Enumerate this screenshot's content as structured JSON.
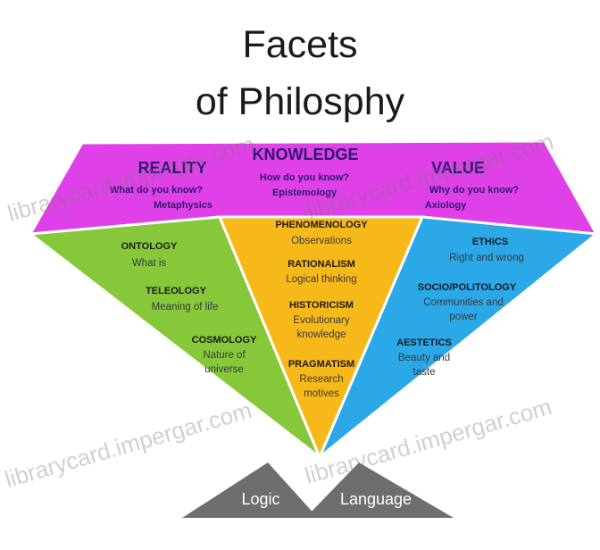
{
  "title": {
    "line1": "Facets",
    "line2": "of Philosphy"
  },
  "top_band": {
    "reality": {
      "heading": "REALITY",
      "line1": "What do you know?",
      "line2": "Metaphysics"
    },
    "knowledge": {
      "heading": "KNOWLEDGE",
      "line1": "How do you know?",
      "line2": "Epistemology"
    },
    "value": {
      "heading": "VALUE",
      "line1": "Why do you know?",
      "line2": "Axiology"
    }
  },
  "left_facet": [
    {
      "heading": "ONTOLOGY",
      "lines": [
        "What is"
      ]
    },
    {
      "heading": "TELEOLOGY",
      "lines": [
        "Meaning of life"
      ]
    },
    {
      "heading": "COSMOLOGY",
      "lines": [
        "Nature of",
        "universe"
      ]
    }
  ],
  "center_facet": [
    {
      "heading": "PHENOMENOLOGY",
      "lines": [
        "Observations"
      ]
    },
    {
      "heading": "RATIONALISM",
      "lines": [
        "Logical thinking"
      ]
    },
    {
      "heading": "HISTORICISM",
      "lines": [
        "Evolutionary",
        "knowledge"
      ]
    },
    {
      "heading": "PRAGMATISM",
      "lines": [
        "Research",
        "motives"
      ]
    }
  ],
  "right_facet": [
    {
      "heading": "ETHICS",
      "lines": [
        "Right and wrong"
      ]
    },
    {
      "heading": "SOCIO/POLITOLOGY",
      "lines": [
        "Communities and",
        "power"
      ]
    },
    {
      "heading": "AESTETICS",
      "lines": [
        "Beauty and",
        "taste"
      ]
    }
  ],
  "base": {
    "left": "Logic",
    "right": "Language"
  },
  "watermark": "librarycard.impergar.com",
  "colors": {
    "top_band": "#e040e8",
    "left_facet": "#86c83a",
    "center_facet": "#f7b81a",
    "right_facet": "#2aa8e8",
    "base": "#6e6e6e",
    "outline": "#ffffff"
  }
}
